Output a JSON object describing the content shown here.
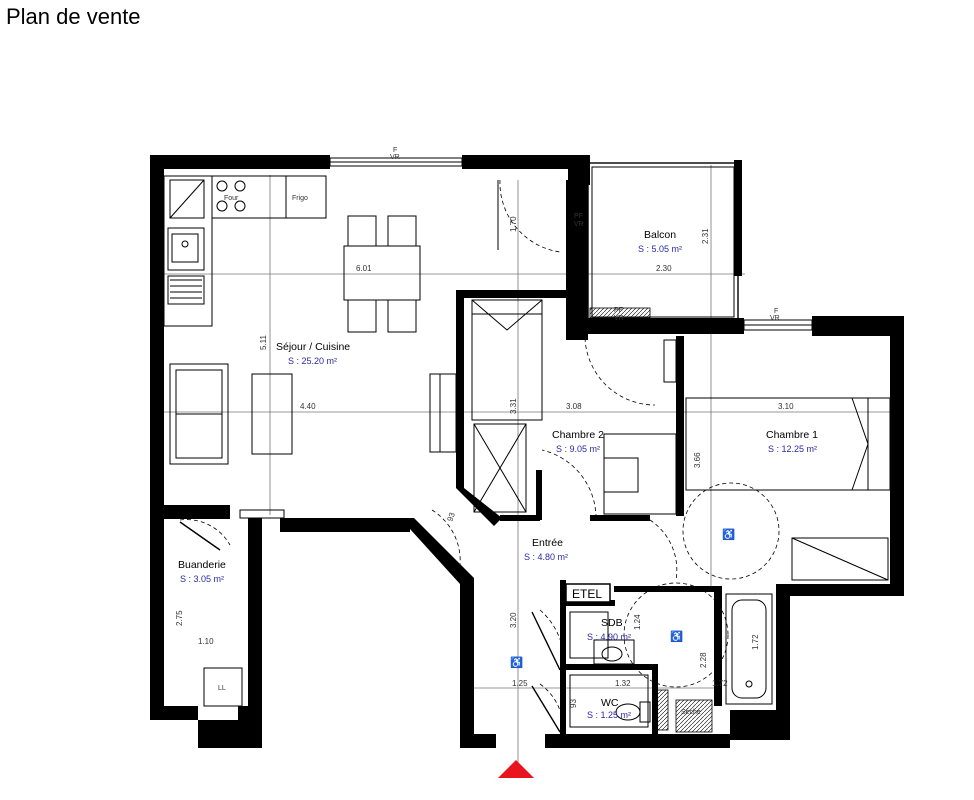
{
  "header": {
    "title": "Plan de vente"
  },
  "rooms": [
    {
      "id": "sejour",
      "name": "Séjour / Cuisine",
      "area": "S : 25.20 m²"
    },
    {
      "id": "balcon",
      "name": "Balcon",
      "area": "S : 5.05 m²"
    },
    {
      "id": "chambre2",
      "name": "Chambre 2",
      "area": "S : 9.05 m²"
    },
    {
      "id": "chambre1",
      "name": "Chambre 1",
      "area": "S : 12.25 m²"
    },
    {
      "id": "entree",
      "name": "Entrée",
      "area": "S : 4.80 m²"
    },
    {
      "id": "buanderie",
      "name": "Buanderie",
      "area": "S : 3.05 m²"
    },
    {
      "id": "sdb",
      "name": "SDB",
      "area": "S : 4.90 m²"
    },
    {
      "id": "wc",
      "name": "WC",
      "area": "S : 1.25 m²"
    }
  ],
  "dimensions": {
    "sejour_width": "6.01",
    "sejour_height": "5.11",
    "sejour_depth": "4.40",
    "kitchen_window": "1.70",
    "balcon_width": "2.30",
    "balcon_height": "2.31",
    "chambre2_height": "3.31",
    "chambre2_width": "3.08",
    "chambre1_width": "3.10",
    "chambre1_height": "3.66",
    "entree_angle": "93",
    "buanderie_height": "2.75",
    "buanderie_width": "1.10",
    "entree_length": "3.20",
    "wc_width": "1.25",
    "sdb_height": "1.24",
    "sdb_width": "1.32",
    "sdb_depth": "2.28",
    "bath_length": "1.72",
    "bath_width": "1.72",
    "wc_door": "93"
  },
  "labels": {
    "fridge": "Frigo",
    "oven": "Four",
    "window_f": "F",
    "window_vr": "VR",
    "window_pf": "PF",
    "laundry": "LL",
    "etel": "ETEL",
    "sink": "Séche"
  }
}
